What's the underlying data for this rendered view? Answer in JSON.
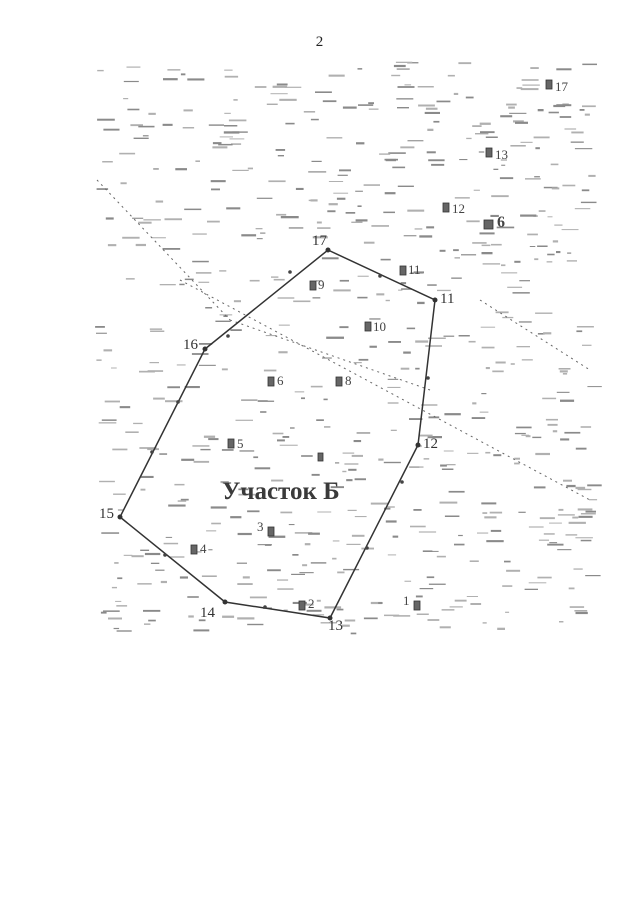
{
  "page_number": "2",
  "plot_title": "Участок Б",
  "boundary_vertices": [
    {
      "id": "p17",
      "label": "17"
    },
    {
      "id": "p11",
      "label": "11"
    },
    {
      "id": "p12",
      "label": "12"
    },
    {
      "id": "p13",
      "label": "13"
    },
    {
      "id": "p14",
      "label": "14"
    },
    {
      "id": "p15",
      "label": "15"
    },
    {
      "id": "p16",
      "label": "16"
    }
  ],
  "buildings": [
    {
      "id": "b1",
      "label": "1"
    },
    {
      "id": "b2",
      "label": "2"
    },
    {
      "id": "b3",
      "label": "3"
    },
    {
      "id": "b4",
      "label": "4"
    },
    {
      "id": "b5",
      "label": "5"
    },
    {
      "id": "b6a",
      "label": "6"
    },
    {
      "id": "b6b",
      "label": "6"
    },
    {
      "id": "b8",
      "label": "8"
    },
    {
      "id": "b9",
      "label": "9"
    },
    {
      "id": "b10",
      "label": "10"
    },
    {
      "id": "b11",
      "label": "11"
    },
    {
      "id": "b12",
      "label": "12"
    },
    {
      "id": "b13",
      "label": "13"
    },
    {
      "id": "b17",
      "label": "17"
    }
  ]
}
